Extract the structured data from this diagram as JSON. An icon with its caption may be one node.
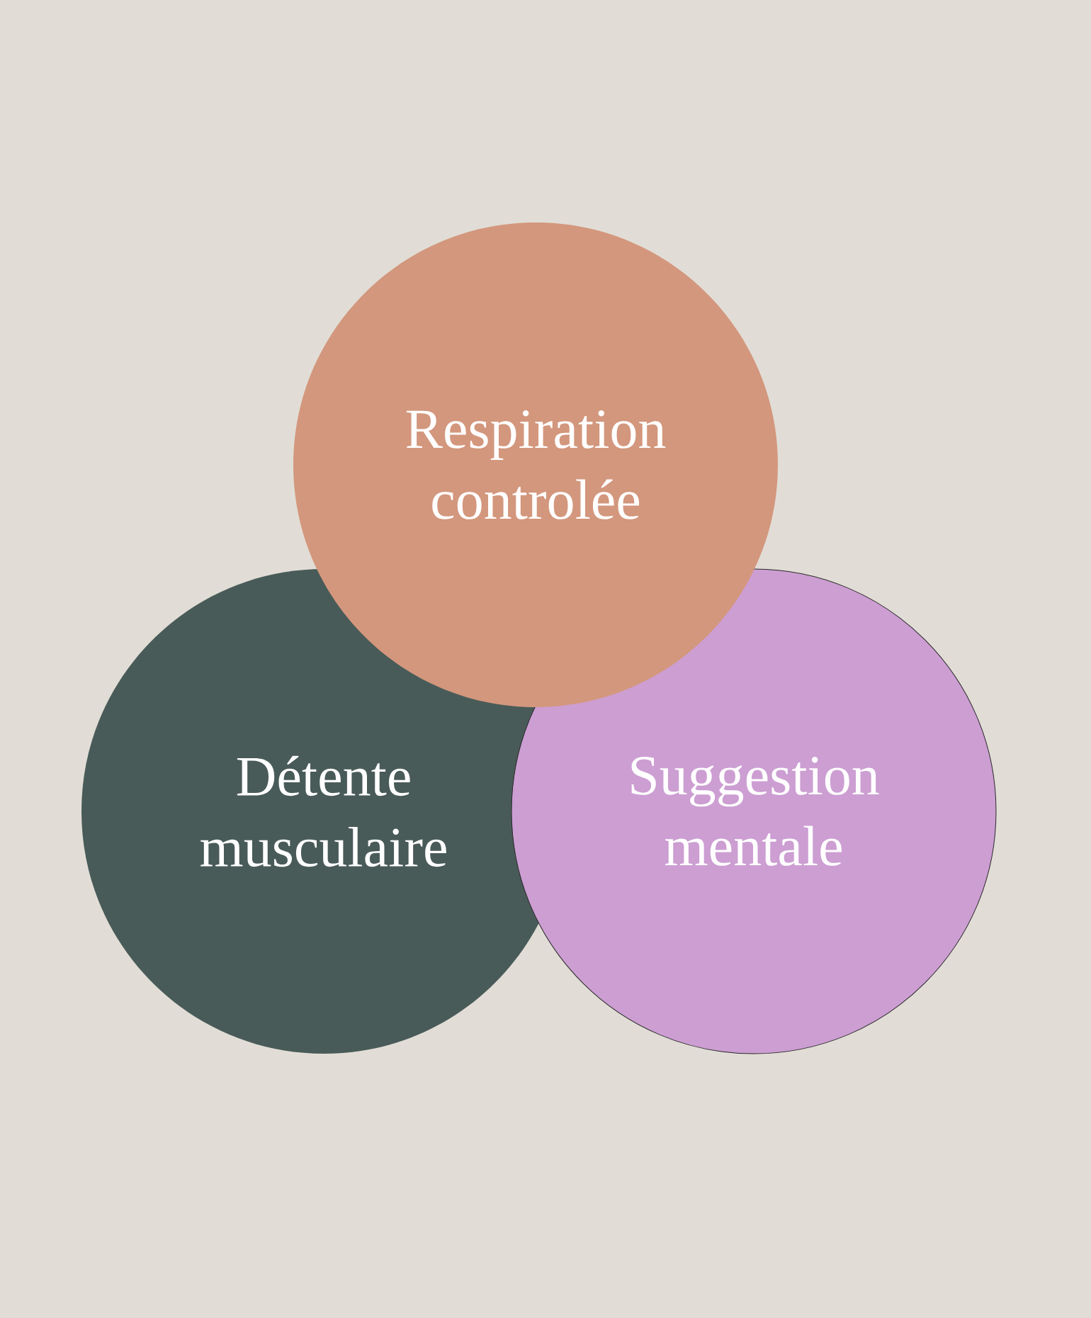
{
  "diagram": {
    "nodes": [
      {
        "text": [
          "Respiration controlée"
        ]
      },
      {
        "text": [
          "Détente musculaire"
        ]
      },
      {
        "text": [
          "Suggestion mentale"
        ]
      }
    ]
  }
}
